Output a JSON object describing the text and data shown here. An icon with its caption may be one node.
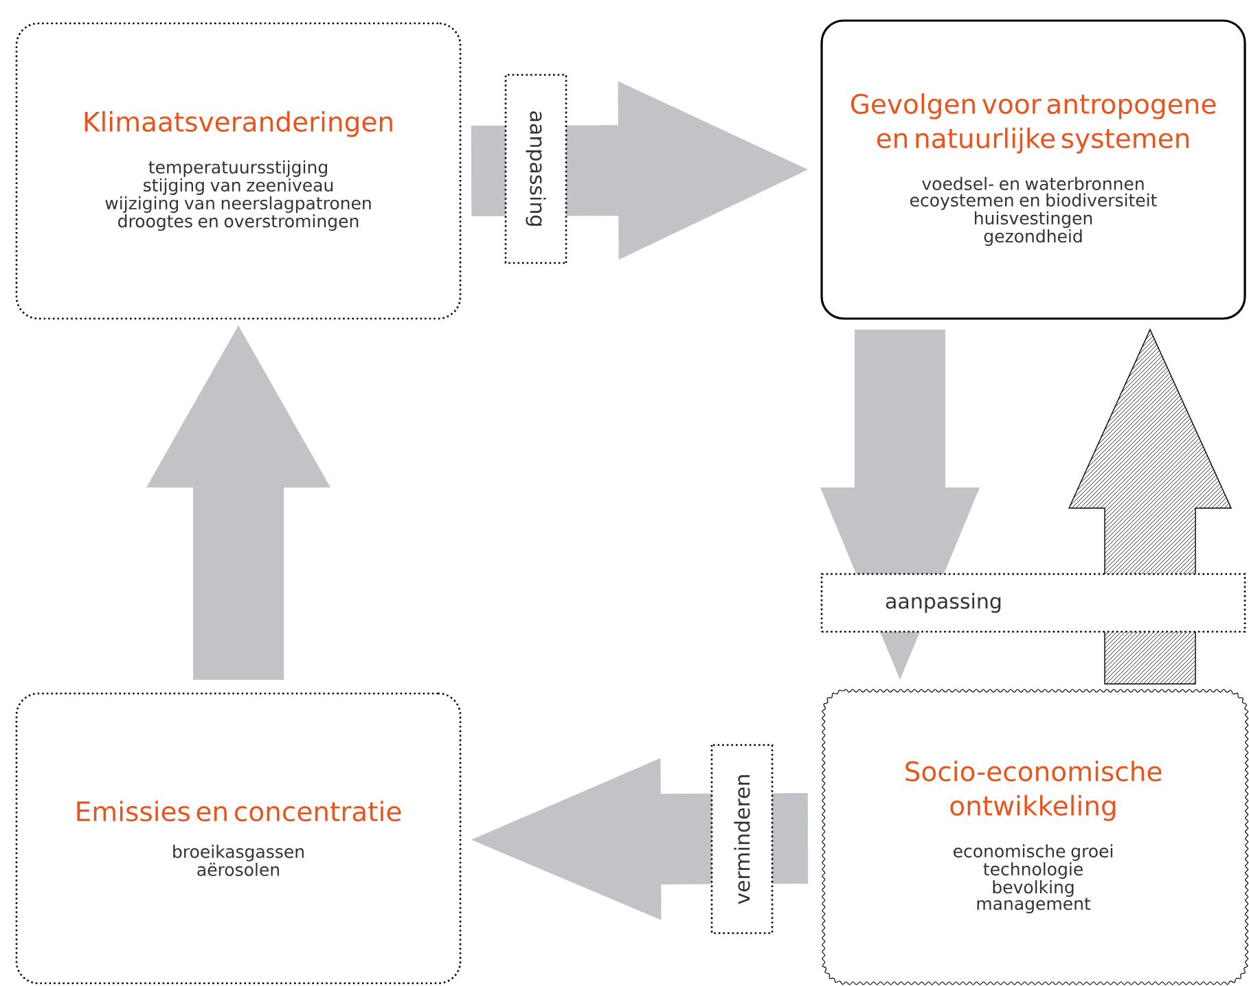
{
  "diagram": {
    "nodes": [
      {
        "text": [
          "Klimaatsveranderingen",
          "temperatuursstijging",
          "stijging van zeeniveau",
          "wijziging van neerslagpatronen",
          "droogtes en overstromingen"
        ]
      },
      {
        "text": [
          "Gevolgen voor antropogene en natuurlijke systemen",
          "voedsel- en waterbronnen",
          "ecoystemen en biodiversiteit",
          "huisvestingen",
          "gezondheid"
        ]
      },
      {
        "text": [
          "Socio-economische ontwikkeling",
          "economische groei",
          "technologie",
          "bevolking",
          "management"
        ]
      },
      {
        "text": [
          "Emissies en concentratie",
          "broeikasgassen",
          "aërosolen"
        ]
      }
    ],
    "edges": [
      {
        "from": 0,
        "to": 1,
        "arrow": "to",
        "label": "aanpassing"
      },
      {
        "from": 1,
        "to": 2,
        "arrow": "to",
        "label": "aanpassing"
      },
      {
        "from": 2,
        "to": 1,
        "arrow": "to",
        "color": "#000000"
      },
      {
        "from": 2,
        "to": 3,
        "arrow": "to",
        "label": "verminderen"
      },
      {
        "from": 3,
        "to": 0,
        "arrow": "to"
      }
    ]
  }
}
